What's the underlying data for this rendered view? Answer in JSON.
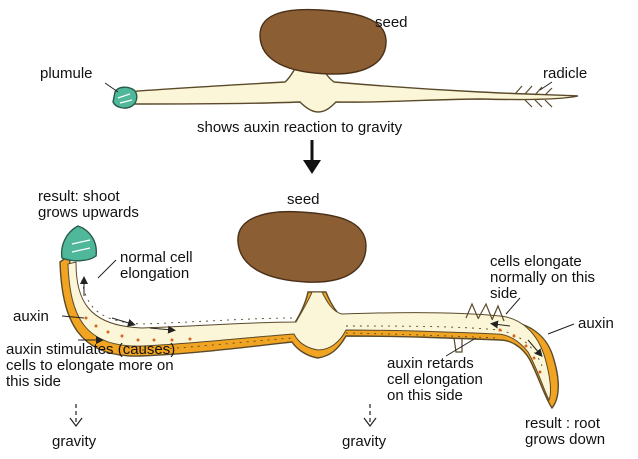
{
  "labels": {
    "seed_top": "seed",
    "plumule": "plumule",
    "radicle": "radicle",
    "caption": "shows auxin reaction to gravity",
    "seed_bottom": "seed",
    "result_shoot": "result: shoot\ngrows upwards",
    "normal_cell": "normal cell\nelongation",
    "cells_elongate_normally": "cells elongate\nnormally on this\nside",
    "auxin_left": "auxin",
    "auxin_right": "auxin",
    "auxin_stimulates": "auxin stimulates (causes)\ncells to elongate more on\nthis side",
    "auxin_retards": "auxin retards\ncell elongation\non this side",
    "result_root": "result : root\ngrows down",
    "gravity_left": "gravity",
    "gravity_mid": "gravity"
  },
  "colors": {
    "seed": "#8b5e34",
    "seed_outline": "#4a3018",
    "stem": "#fcf6d8",
    "outline": "#5a4a2a",
    "tip": "#4fb89a",
    "cell_band": "#f0a422"
  }
}
